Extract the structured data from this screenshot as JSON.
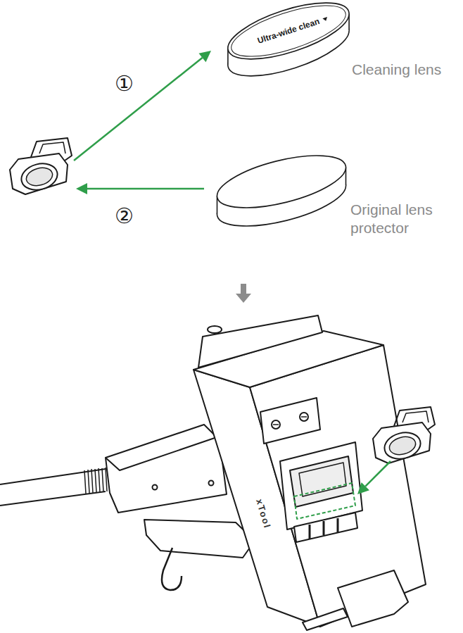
{
  "diagram": {
    "nodes": [
      {
        "text": [
          "Ultra-wide clean"
        ]
      }
    ],
    "labels": [
      "①",
      "Cleaning lens",
      "②",
      "Original lens protector",
      "xTool"
    ]
  }
}
